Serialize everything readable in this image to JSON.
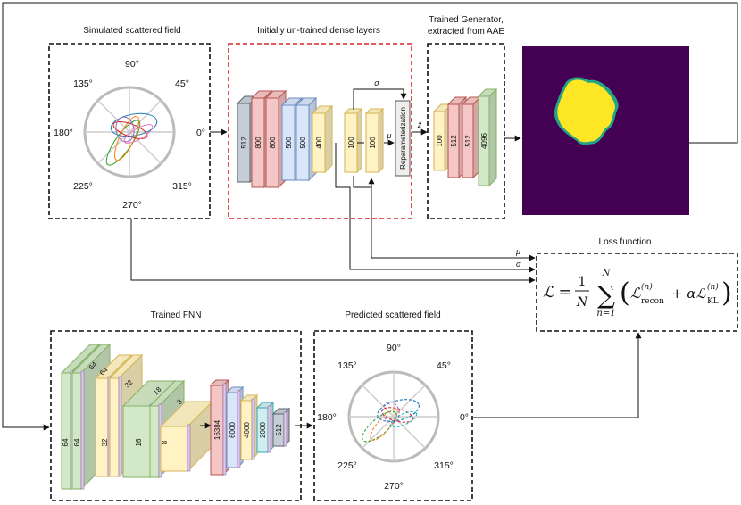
{
  "panels": {
    "simulated_title": "Simulated scattered field",
    "dense_title": "Initially un-trained dense layers",
    "generator_title_line1": "Trained Generator,",
    "generator_title_line2": "extracted from AAE",
    "loss_title": "Loss function",
    "fnn_title": "Trained FNN",
    "predicted_title": "Predicted scattered field"
  },
  "polar_labels": {
    "deg90": "90°",
    "deg45": "45°",
    "deg0": "0°",
    "deg315": "315°",
    "deg270": "270°",
    "deg225": "225°",
    "deg180": "180°",
    "deg135": "135°"
  },
  "dense_layers": [
    "512",
    "800",
    "800",
    "500",
    "500",
    "400"
  ],
  "latent_layers": [
    "100",
    "100"
  ],
  "reparam_label": "Reparameterization",
  "symbols": {
    "sigma": "σ",
    "mu": "μ",
    "z_hat": "ẑ"
  },
  "generator_layers": [
    "100",
    "512",
    "512",
    "4096"
  ],
  "fnn_conv_front": [
    "64",
    "32",
    "16",
    "8"
  ],
  "fnn_conv_top": [
    "64",
    "64",
    "32",
    "18",
    "8"
  ],
  "fnn_dense": [
    "16384",
    "6000",
    "4000",
    "2000",
    "512"
  ],
  "loss_inputs": {
    "mu": "μ",
    "sigma": "σ"
  },
  "formula": {
    "lhs": "ℒ = ",
    "frac_num": "1",
    "frac_den": "N",
    "sum_top": "N",
    "sum_bottom": "n=1",
    "sum_sign": "∑",
    "recon": "ℒ",
    "recon_sup": "(n)",
    "recon_sub": "recon",
    "plus_alpha": "+ αℒ",
    "kl_sup": "(n)",
    "kl_sub": "KL"
  },
  "colors": {
    "gray": "#c5cdd6",
    "red": "#f4c6c5",
    "blue": "#d9e5f8",
    "yellow": "#fff3c4",
    "purple": "#dbc8ec",
    "green": "#d3e8c6",
    "teal": "#cfeef0",
    "panel_red": "#d62728"
  }
}
